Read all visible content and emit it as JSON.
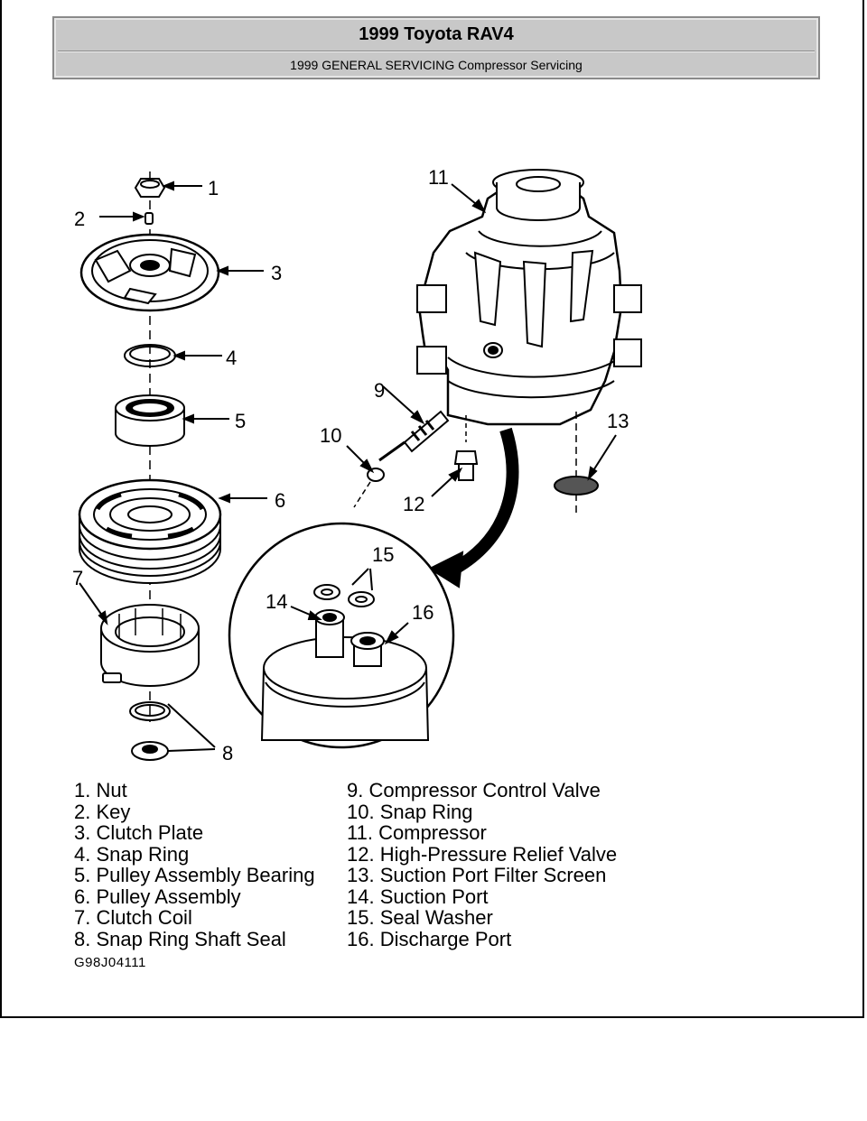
{
  "header": {
    "title": "1999 Toyota RAV4",
    "subtitle": "1999 GENERAL SERVICING Compressor Servicing"
  },
  "figure": {
    "callouts": [
      "1",
      "2",
      "3",
      "4",
      "5",
      "6",
      "7",
      "8",
      "9",
      "10",
      "11",
      "12",
      "13",
      "14",
      "15",
      "16"
    ]
  },
  "legend": {
    "left": [
      "1. Nut",
      "2. Key",
      "3. Clutch Plate",
      "4. Snap Ring",
      "5. Pulley Assembly Bearing",
      "6. Pulley Assembly",
      "7. Clutch Coil",
      "8. Snap Ring Shaft Seal"
    ],
    "right": [
      "9. Compressor Control Valve",
      "10. Snap Ring",
      "11. Compressor",
      "12. High-Pressure Relief Valve",
      "13. Suction Port Filter Screen",
      "14. Suction Port",
      "15. Seal Washer",
      "16. Discharge Port"
    ]
  },
  "figure_code": "G98J04111"
}
